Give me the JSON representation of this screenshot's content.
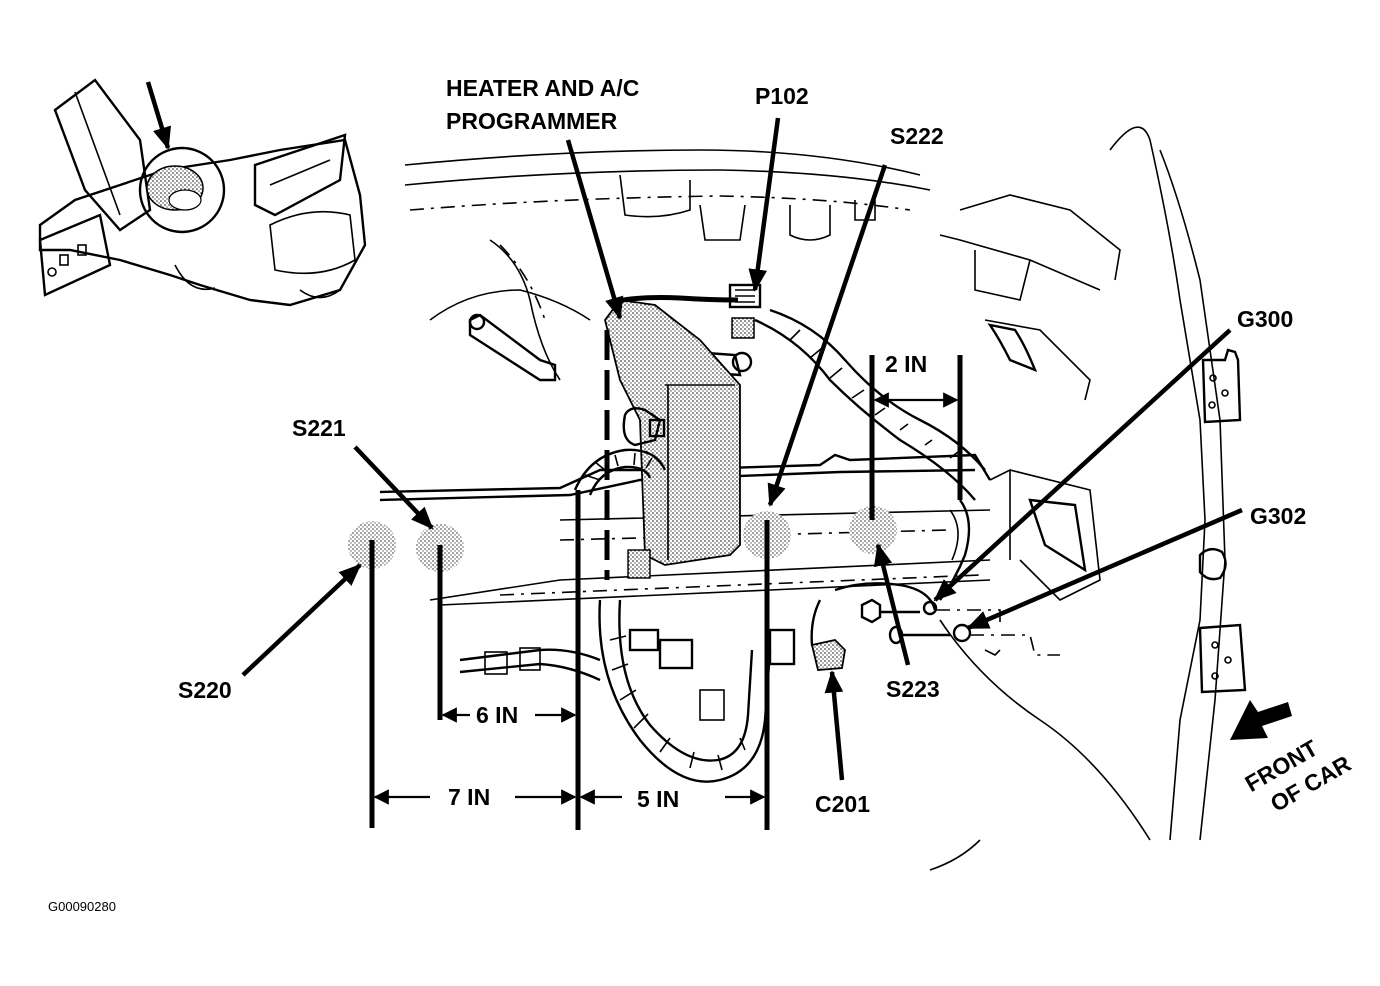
{
  "figure_id": "G00090280",
  "callouts": {
    "heater_ac_programmer": [
      "HEATER AND A/C",
      "PROGRAMMER"
    ],
    "p102": "P102",
    "s222": "S222",
    "s221": "S221",
    "s220": "S220",
    "s223": "S223",
    "c201": "C201",
    "g300": "G300",
    "g302": "G302"
  },
  "dimensions": {
    "d_2in": "2 IN",
    "d_6in": "6 IN",
    "d_7in": "7 IN",
    "d_5in": "5 IN"
  },
  "orientation": {
    "front_of_car": [
      "FRONT",
      "OF CAR"
    ]
  },
  "colors": {
    "ink": "#000000",
    "paper": "#ffffff",
    "stipple": "#8a8a8a"
  }
}
